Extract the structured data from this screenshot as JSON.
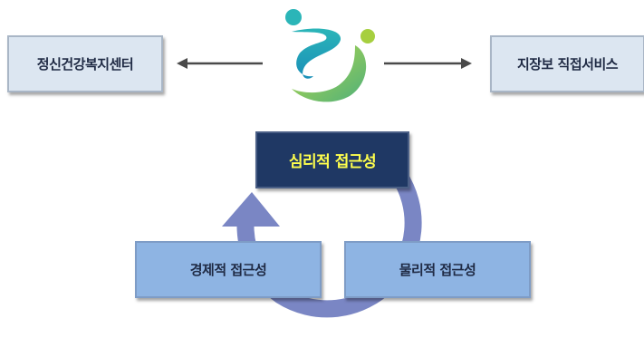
{
  "diagram": {
    "left_box": "정신건강복지센터",
    "right_box": "지장보 직접서비스",
    "top_box": "심리적 접근성",
    "bottom_left_box": "경제적 접근성",
    "bottom_right_box": "물리적 접근성"
  },
  "colors": {
    "cycle_arrow": "#7a86c4",
    "top_box_bg": "#1f3864",
    "top_box_text": "#ffff4d",
    "side_box_bg": "#dce6f1",
    "bottom_box_bg": "#8eb4e3",
    "connector_arrow": "#4a4a4a"
  },
  "icons": [
    "logo-mark",
    "arrow-left-icon",
    "arrow-right-icon",
    "cycle-arrow"
  ]
}
